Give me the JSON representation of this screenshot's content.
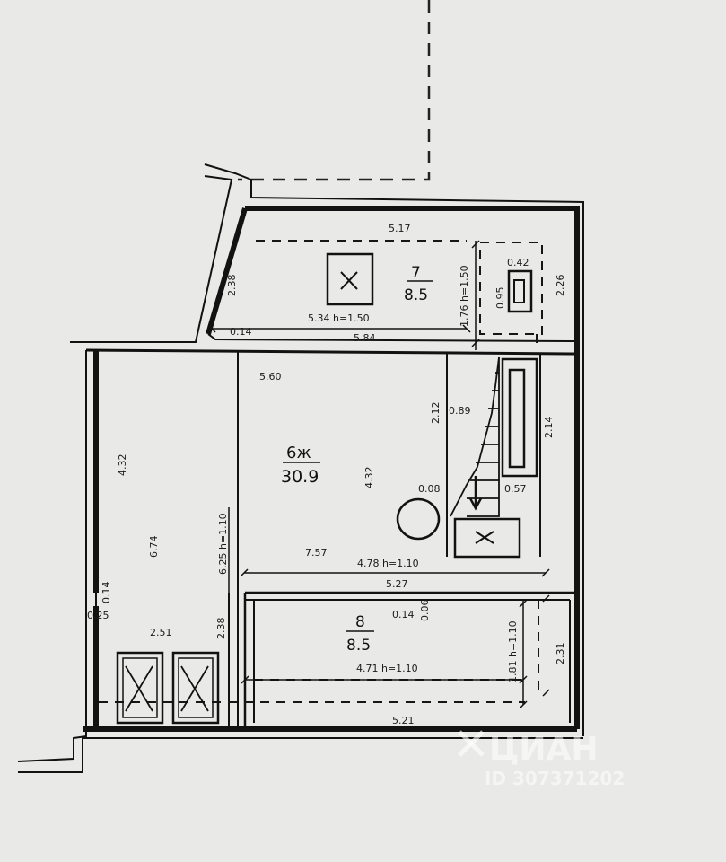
{
  "rooms": {
    "r7": {
      "number": "7",
      "area": "8.5"
    },
    "r6": {
      "number": "6ж",
      "area": "30.9"
    },
    "r8": {
      "number": "8",
      "area": "8.5"
    }
  },
  "dims": {
    "d_517": "5.17",
    "d_042": "0.42",
    "d_238_top": "2.38",
    "d_095": "0.95",
    "d_176": "1.76 h=1.50",
    "d_226": "2.26",
    "d_534": "5.34 h=1.50",
    "d_014_top": "0.14",
    "d_584": "5.84",
    "d_560": "5.60",
    "d_212": "2.12",
    "d_089": "0.89",
    "d_214": "2.14",
    "d_432_left": "4.32",
    "d_432_mid": "4.32",
    "d_674": "6.74",
    "d_008": "0.08",
    "d_057": "0.57",
    "d_625": "6.25 h=1.10",
    "d_757": "7.57",
    "d_478": "4.78 h=1.10",
    "d_527": "5.27",
    "d_014_left": "0.14",
    "d_025": "0.25",
    "d_014_mid": "0.14",
    "d_006": "0.06",
    "d_251": "2.51",
    "d_238_low": "2.38",
    "d_181": "1.81 h=1.10",
    "d_231": "2.31",
    "d_471": "4.71 h=1.10",
    "d_521": "5.21"
  },
  "watermark": {
    "brand": "ЦИАН",
    "id": "ID 307371202"
  },
  "colors": {
    "paper": "#e9eae7",
    "wall": "#121212",
    "watermark": "#ffffff"
  }
}
